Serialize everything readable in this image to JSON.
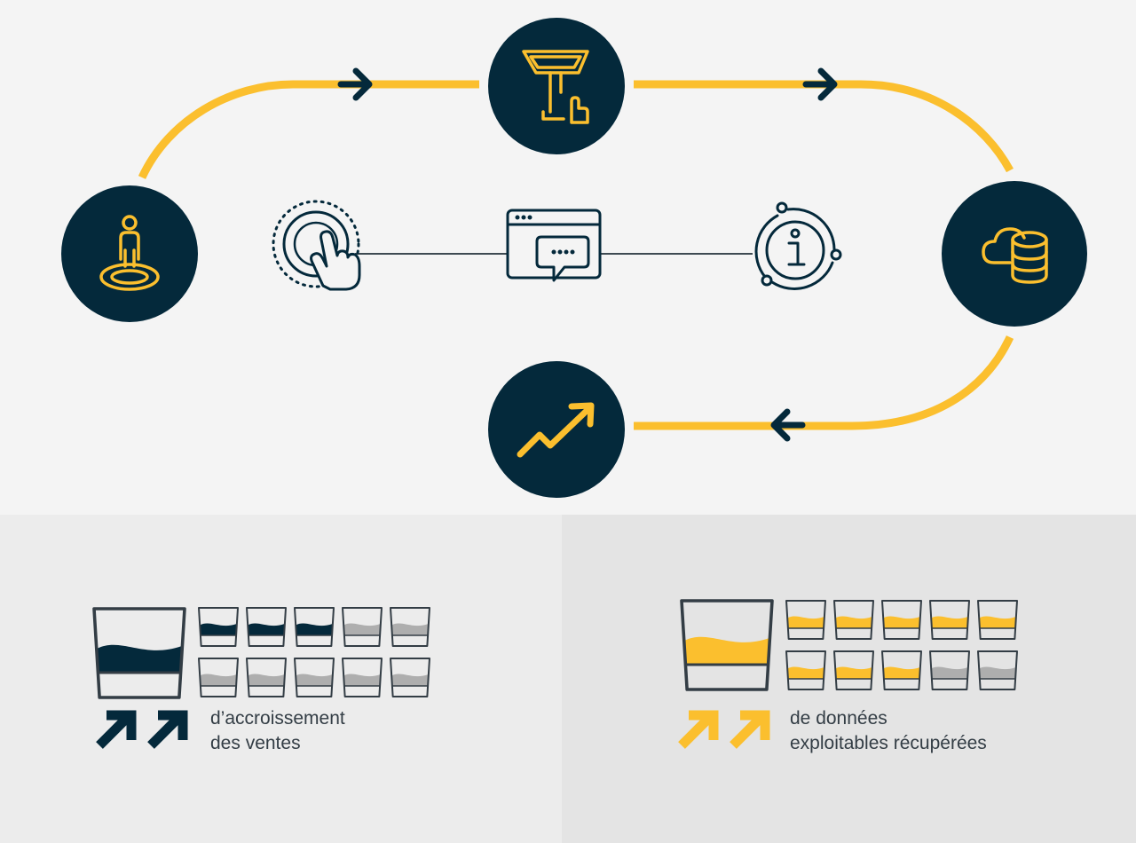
{
  "colors": {
    "navy": "#04293b",
    "yellow": "#fbbf2e",
    "grey_fill": "#aeaeae",
    "line": "#3e4a52"
  },
  "flow": {
    "nodes": [
      {
        "icon": "person-on-target-icon"
      },
      {
        "icon": "kiosk-touch-icon"
      },
      {
        "icon": "cloud-database-icon"
      },
      {
        "icon": "growth-trend-arrow-icon"
      }
    ],
    "inner_icons": [
      "tap-gesture-icon",
      "browser-chat-icon",
      "info-orbit-icon"
    ]
  },
  "stats": [
    {
      "text_line1": "d’accroissement",
      "text_line2": "des ventes",
      "color": "#04293b",
      "filled_cups": 3,
      "total_cups": 10
    },
    {
      "text_line1": "de données",
      "text_line2": "exploitables récupérées",
      "color": "#fbbf2e",
      "filled_cups": 8,
      "total_cups": 10
    }
  ]
}
